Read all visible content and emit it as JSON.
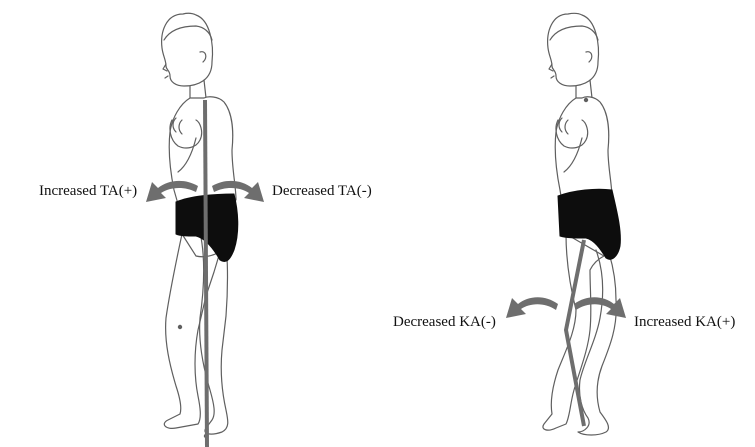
{
  "left_figure": {
    "label_left": "Increased TA(+)",
    "label_right": "Decreased TA(-)"
  },
  "right_figure": {
    "label_left": "Decreased KA(-)",
    "label_right": "Increased KA(+)"
  },
  "colors": {
    "skin_outline": "#5f5f5f",
    "shorts": "#0d0d0d",
    "axis_line": "#6e6e6e",
    "arrow": "#6e6e6e",
    "text": "#111111"
  }
}
